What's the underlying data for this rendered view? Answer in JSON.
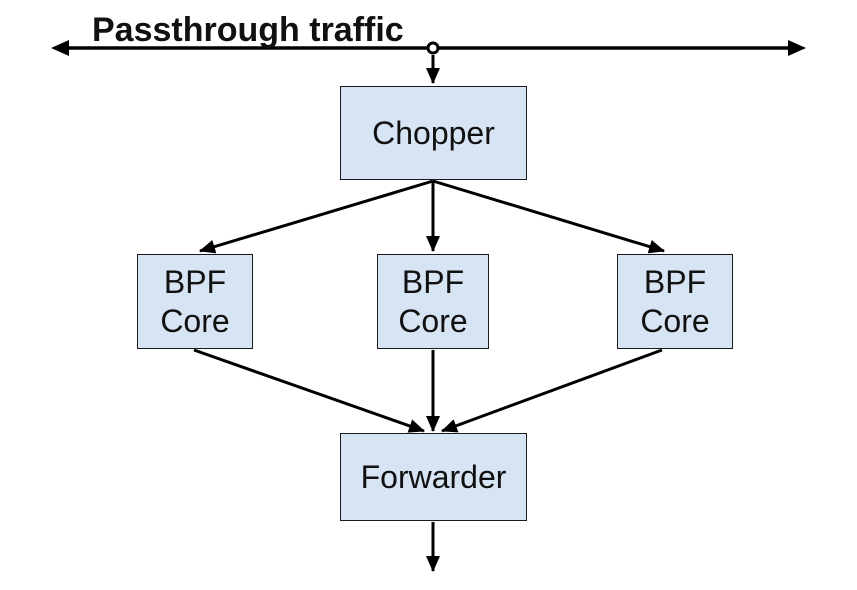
{
  "title": "Passthrough traffic",
  "nodes": {
    "chopper": {
      "label": "Chopper"
    },
    "bpf_core_1": {
      "label": "BPF\nCore"
    },
    "bpf_core_2": {
      "label": "BPF\nCore"
    },
    "bpf_core_3": {
      "label": "BPF\nCore"
    },
    "forwarder": {
      "label": "Forwarder"
    }
  },
  "edges": [
    {
      "from": "passthrough-line",
      "to": "passthrough-line",
      "type": "bidirectional-horizontal"
    },
    {
      "from": "passthrough-line-tap",
      "to": "chopper"
    },
    {
      "from": "chopper",
      "to": "bpf_core_1"
    },
    {
      "from": "chopper",
      "to": "bpf_core_2"
    },
    {
      "from": "chopper",
      "to": "bpf_core_3"
    },
    {
      "from": "bpf_core_1",
      "to": "forwarder"
    },
    {
      "from": "bpf_core_2",
      "to": "forwarder"
    },
    {
      "from": "bpf_core_3",
      "to": "forwarder"
    },
    {
      "from": "forwarder",
      "to": "output"
    }
  ],
  "colors": {
    "background": "#ffffff",
    "box_fill": "#d7e4f3",
    "box_border": "#1a1a1a",
    "arrow": "#000000",
    "text": "#111111"
  }
}
